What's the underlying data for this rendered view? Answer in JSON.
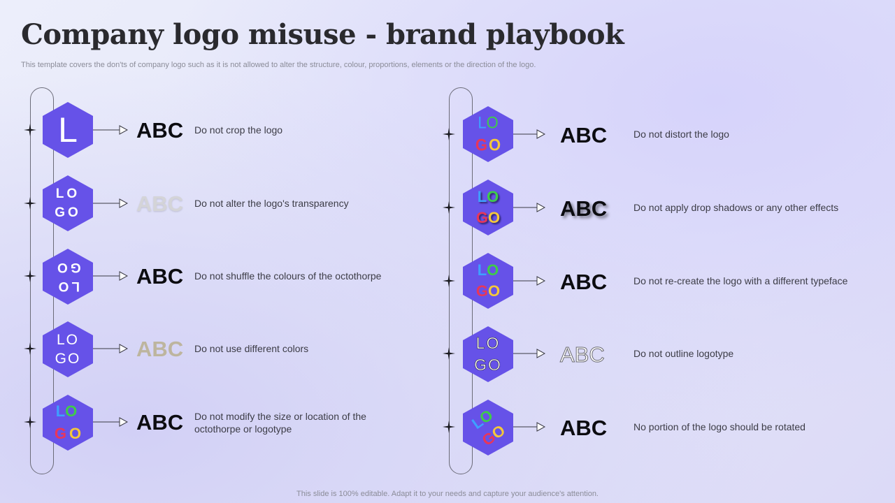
{
  "header": {
    "title": "Company logo misuse - brand playbook",
    "subtitle": "This template covers the don'ts of company logo such as it is not allowed to alter the structure, colour, proportions, elements or the direction of the logo."
  },
  "footer": {
    "text": "This slide is 100% editable. Adapt it to your needs and capture your audience's attention."
  },
  "logo_sample": {
    "top": "LO",
    "bottom": "GO",
    "cropped": "L",
    "sample_text": "ABC"
  },
  "colors": {
    "hexagon": "#6652e8",
    "letter_blue": "#3ea0ff",
    "letter_green": "#3fcc4a",
    "letter_red": "#e8365a",
    "letter_yellow": "#f5c83a"
  },
  "rules": {
    "left": [
      {
        "text": "Do not crop the logo"
      },
      {
        "text": "Do not alter the logo's transparency"
      },
      {
        "text": "Do not shuffle the colours of the octothorpe"
      },
      {
        "text": "Do not use different colors"
      },
      {
        "text": "Do not modify the size or location of the octothorpe or logotype"
      }
    ],
    "right": [
      {
        "text": "Do not distort the logo"
      },
      {
        "text": "Do not apply drop shadows or any other effects"
      },
      {
        "text": "Do not re-create the logo with a different typeface"
      },
      {
        "text": "Do not outline logotype"
      },
      {
        "text": "No portion of the logo should be rotated"
      }
    ]
  }
}
